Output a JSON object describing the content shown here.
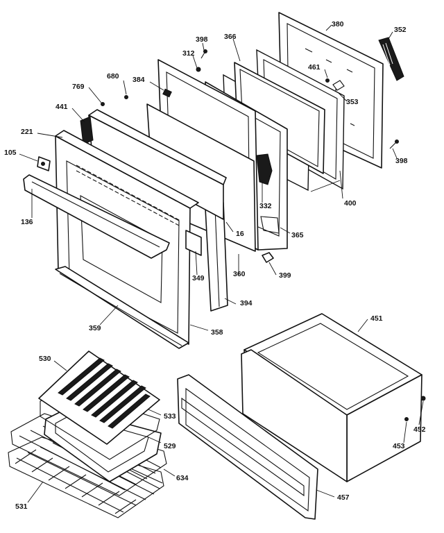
{
  "diagram": {
    "callouts": [
      "380",
      "352",
      "398",
      "366",
      "312",
      "461",
      "353",
      "680",
      "384",
      "769",
      "441",
      "221",
      "105",
      "398",
      "400",
      "332",
      "136",
      "16",
      "365",
      "349",
      "360",
      "399",
      "394",
      "359",
      "358",
      "451",
      "530",
      "533",
      "452",
      "529",
      "453",
      "634",
      "531",
      "457"
    ]
  }
}
